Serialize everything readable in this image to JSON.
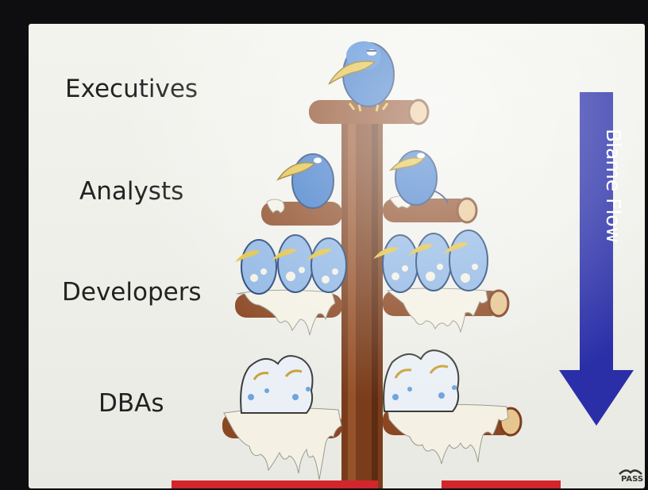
{
  "levels": [
    {
      "label": "Executives"
    },
    {
      "label": "Analysts"
    },
    {
      "label": "Developers"
    },
    {
      "label": "DBAs"
    }
  ],
  "arrow": {
    "label": "Blame Flow",
    "color": "#2a2fa8"
  },
  "logo": {
    "text": "PASS"
  },
  "colors": {
    "bird_clean": "#3b78c9",
    "bird_dirty": "#eaf0f5",
    "beak": "#e2c041",
    "trunk": "#7a3d1c",
    "droppings": "#f4f1e4"
  }
}
